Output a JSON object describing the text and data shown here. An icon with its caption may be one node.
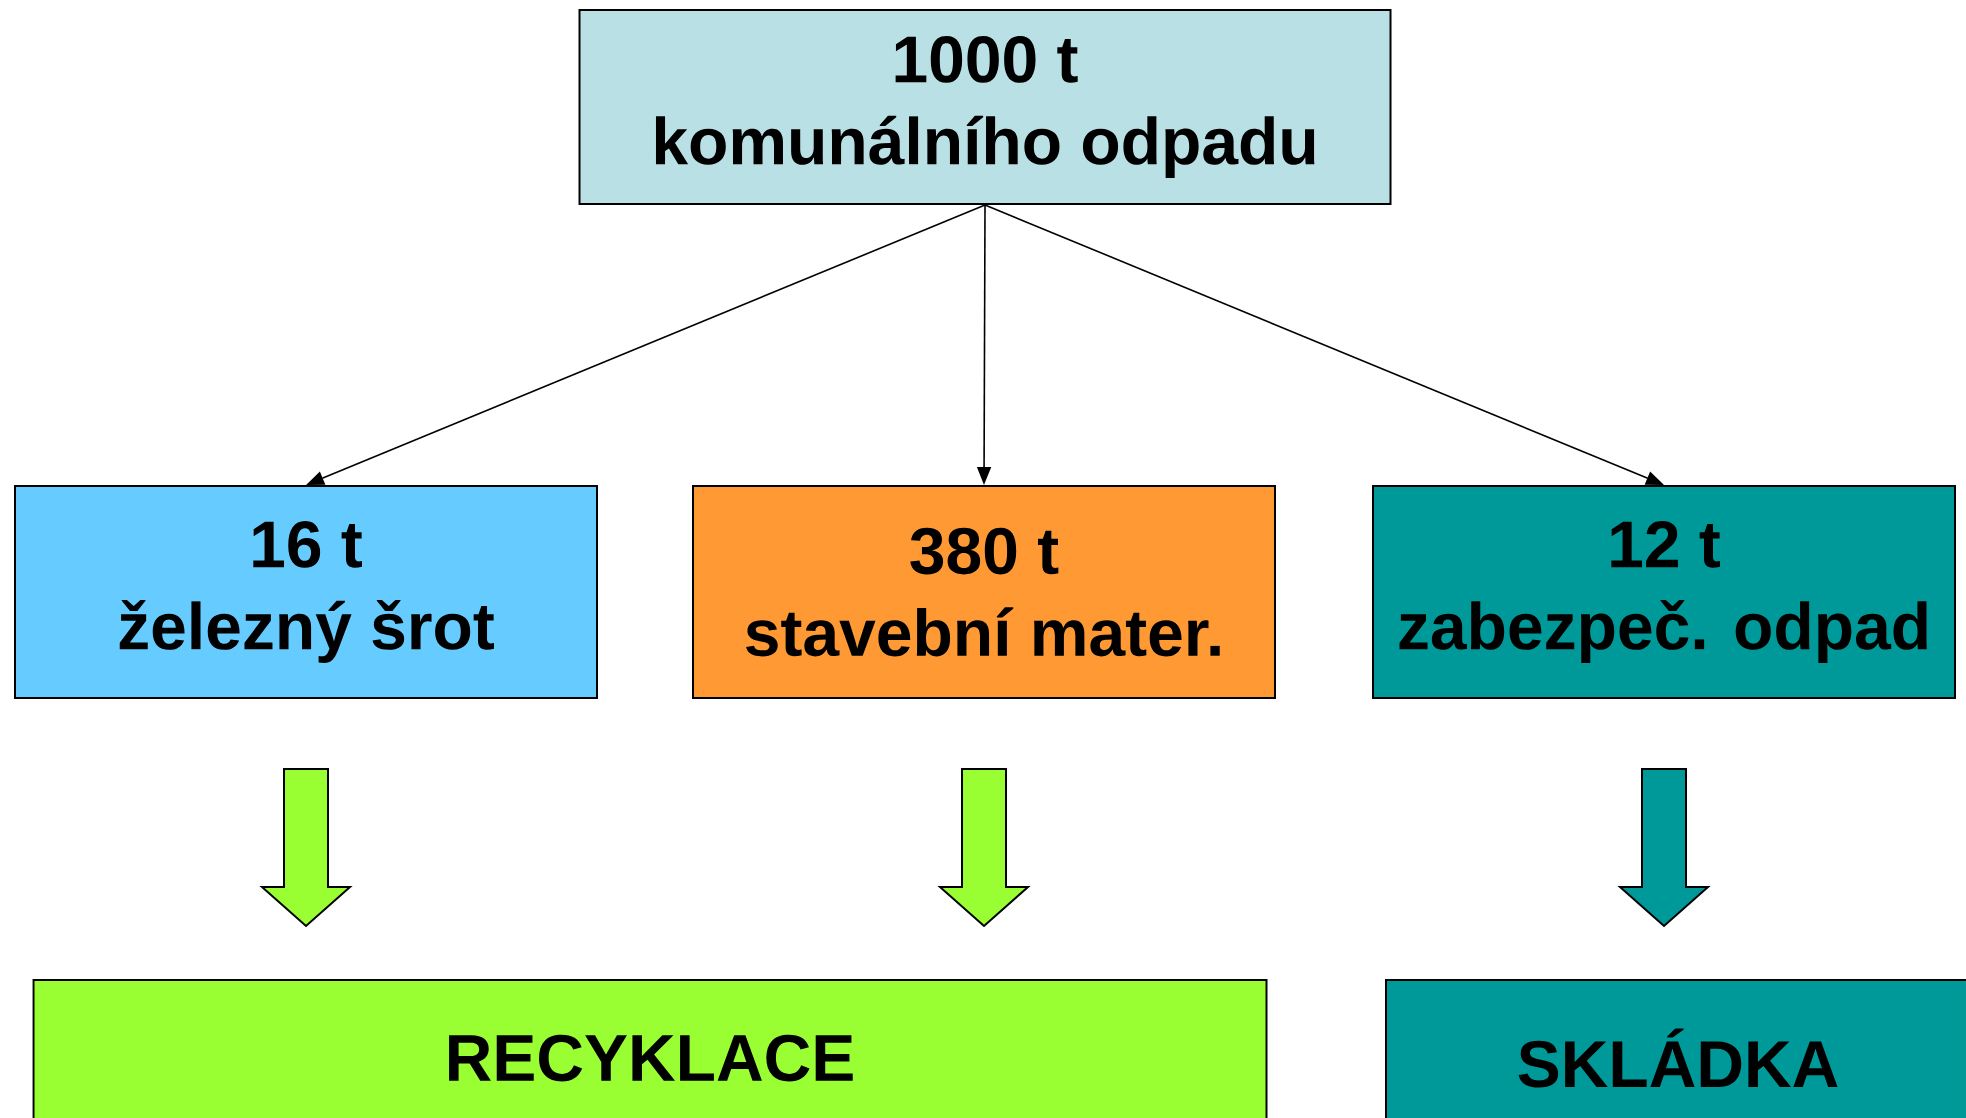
{
  "diagram": {
    "nodes": [
      {
        "text": [
          "1000 t",
          "komunálního odpadu"
        ]
      },
      {
        "text": [
          "16 t",
          "železný šrot"
        ]
      },
      {
        "text": [
          "380 t",
          "stavební mater."
        ]
      },
      {
        "text": [
          "12 t",
          "zabezpeč. odpad"
        ]
      },
      {
        "text": [
          "RECYKLACE"
        ]
      },
      {
        "text": [
          "SKLÁDKA"
        ]
      }
    ],
    "edges": [
      {
        "from": 0,
        "to": 1,
        "arrow": "to"
      },
      {
        "from": 0,
        "to": 2,
        "arrow": "to"
      },
      {
        "from": 0,
        "to": 3,
        "arrow": "to"
      },
      {
        "from": 1,
        "to": 4,
        "arrow": "to",
        "style": "thick",
        "color": "#99ff33"
      },
      {
        "from": 2,
        "to": 4,
        "arrow": "to",
        "style": "thick",
        "color": "#99ff33"
      },
      {
        "from": 3,
        "to": 5,
        "arrow": "to",
        "style": "thick",
        "color": "#009999"
      }
    ]
  }
}
